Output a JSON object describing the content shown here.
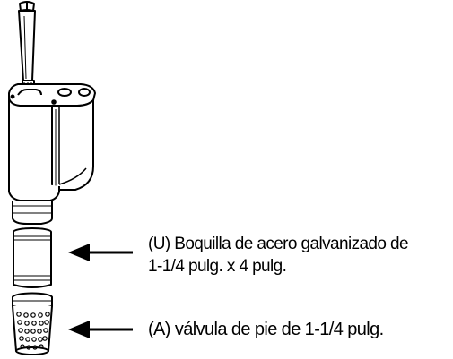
{
  "callouts": {
    "nipple": {
      "line1": "(U) Boquilla de acero galvanizado de",
      "line2": "1-1/4 pulg. x 4 pulg."
    },
    "foot_valve": {
      "line1": "(A) válvula de pie de 1-1/4 pulg."
    }
  },
  "colors": {
    "stroke": "#000000",
    "fill": "#ffffff"
  }
}
